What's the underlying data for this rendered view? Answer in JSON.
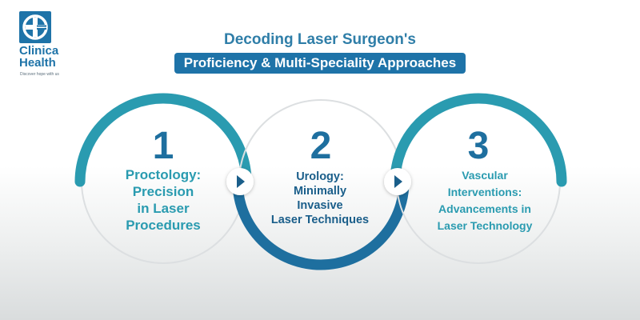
{
  "brand": {
    "name_line1": "Clinica",
    "name_line2": "Health",
    "tagline": "Discover hope with us"
  },
  "title": {
    "line1": "Decoding Laser Surgeon's",
    "line2": "Proficiency & Multi-Speciality Approaches"
  },
  "steps": [
    {
      "number": "1",
      "text": "Proctology:\nPrecision\nin Laser\nProcedures"
    },
    {
      "number": "2",
      "text": "Urology:\nMinimally\nInvasive\nLaser Techniques"
    },
    {
      "number": "3",
      "text": "Vascular\nInterventions:\nAdvancements in\nLaser Technology"
    }
  ],
  "colors": {
    "brand_blue": "#1e73a8",
    "teal": "#2a9bb0",
    "navy": "#1a5e8a",
    "ring_grey": "#dcdfe1"
  }
}
